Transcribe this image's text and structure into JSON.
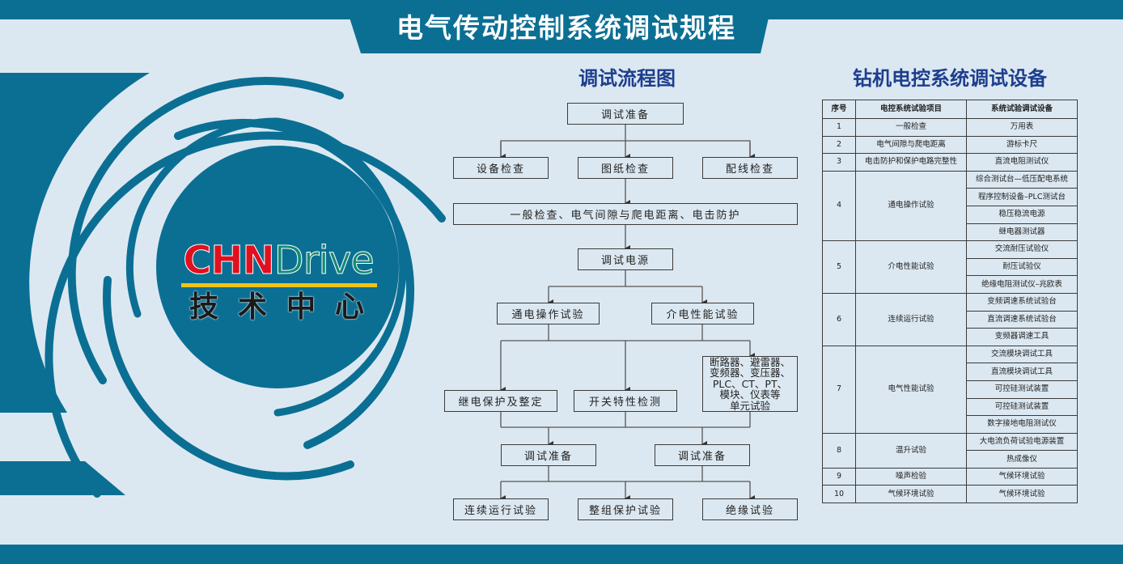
{
  "header": {
    "title": "电气传动控制系统调试规程"
  },
  "colors": {
    "primary_teal": "#0b6f94",
    "background": "#dce8f1",
    "title_navy": "#1d3e8e",
    "logo_red": "#e0101e",
    "logo_green": "#148a74",
    "logo_bar_yellow": "#f0c419"
  },
  "logo": {
    "text_red": "CHN",
    "text_green": "Drive",
    "subtitle": "技术中心"
  },
  "flowchart": {
    "title": "调试流程图",
    "nodes": {
      "prep": "调试准备",
      "equip_check": "设备检查",
      "drawing_check": "图纸检查",
      "wiring_check": "配线检查",
      "general_check": "一般检查、电气间隙与爬电距离、电击防护",
      "power": "调试电源",
      "energize_test": "通电操作试验",
      "dielectric_test": "介电性能试验",
      "relay_protect": "继电保护及整定",
      "switch_test": "开关特性检测",
      "unit_test": "断路器、避雷器、\n变频器、变压器、\nPLC、CT、PT、\n模块、仪表等\n单元试验",
      "prep_left": "调试准备",
      "prep_right": "调试准备",
      "continuous_run": "连续运行试验",
      "group_protect": "整组保护试验",
      "insulation": "绝缘试验"
    }
  },
  "equipment_table": {
    "title": "钻机电控系统调试设备",
    "headers": [
      "序号",
      "电控系统试验项目",
      "系统试验调试设备"
    ],
    "rows": [
      {
        "no": "1",
        "item": "一般检查",
        "devices": [
          "万用表"
        ]
      },
      {
        "no": "2",
        "item": "电气间隙与爬电距离",
        "devices": [
          "游标卡尺"
        ]
      },
      {
        "no": "3",
        "item": "电击防护和保护电路完整性",
        "devices": [
          "直流电阻测试仪"
        ]
      },
      {
        "no": "4",
        "item": "通电操作试验",
        "devices": [
          "综合测试台—低压配电系统",
          "程序控制设备–PLC测试台",
          "稳压稳流电源",
          "继电器测试器"
        ]
      },
      {
        "no": "5",
        "item": "介电性能试验",
        "devices": [
          "交流耐压试验仪",
          "耐压试验仪",
          "绝缘电阻测试仪–兆欧表"
        ]
      },
      {
        "no": "6",
        "item": "连续运行试验",
        "devices": [
          "变频调速系统试验台",
          "直流调速系统试验台",
          "变频器调速工具"
        ]
      },
      {
        "no": "7",
        "item": "电气性能试验",
        "devices": [
          "交流模块调试工具",
          "直流模块调试工具",
          "可控硅测试装置",
          "可控硅测试装置",
          "数字接地电阻测试仪"
        ]
      },
      {
        "no": "8",
        "item": "温升试验",
        "devices": [
          "大电流负荷试验电源装置",
          "热成像仪"
        ]
      },
      {
        "no": "9",
        "item": "噪声检验",
        "devices": [
          "气候环境试验"
        ]
      },
      {
        "no": "10",
        "item": "气候环境试验",
        "devices": [
          "气候环境试验"
        ]
      }
    ]
  }
}
